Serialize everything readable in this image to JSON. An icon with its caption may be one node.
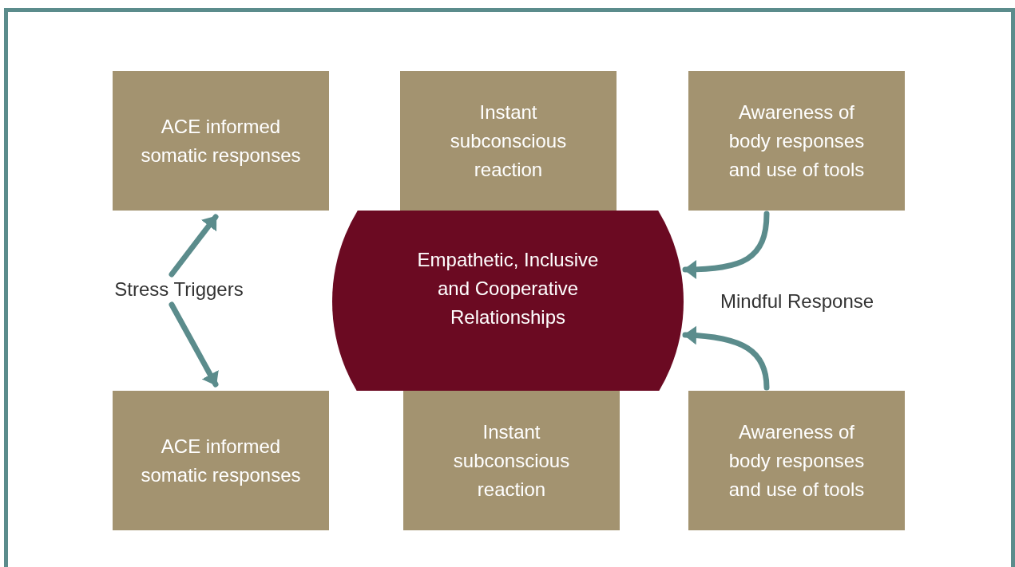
{
  "diagram": {
    "nodes": [
      {
        "text": [
          "ACE informed somatic responses"
        ]
      },
      {
        "text": [
          "Instant subconscious reaction"
        ]
      },
      {
        "text": [
          "Awareness of body responses and use of tools"
        ]
      },
      {
        "text": [
          "Stress Triggers"
        ]
      },
      {
        "text": [
          "Empathetic, Inclusive and Cooperative Relationships"
        ]
      },
      {
        "text": [
          "ACE informed somatic responses"
        ]
      },
      {
        "text": [
          "Instant subconscious reaction"
        ]
      },
      {
        "text": [
          "Awareness of body responses and use of tools"
        ]
      }
    ],
    "edges": [
      {
        "from": 3,
        "to": 0,
        "arrow": "to"
      },
      {
        "from": 3,
        "to": 5,
        "arrow": "to"
      },
      {
        "from": 2,
        "to": 4,
        "arrow": "to"
      },
      {
        "from": 7,
        "to": 4,
        "arrow": "to"
      }
    ],
    "labels": [
      "Mindful Response"
    ]
  }
}
